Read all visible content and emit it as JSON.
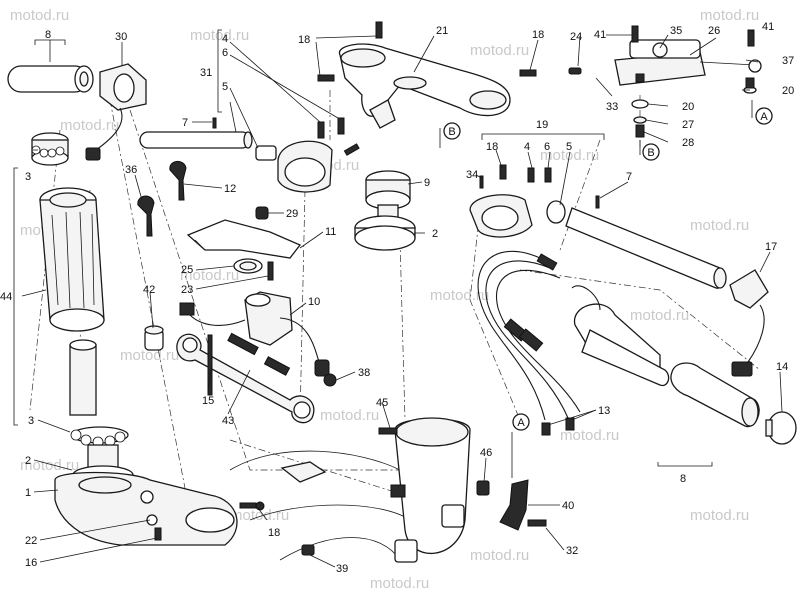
{
  "watermark": "motod.ru",
  "callouts": {
    "c1": "1",
    "c2a": "2",
    "c2b": "2",
    "c3a": "3",
    "c3b": "3",
    "c4a": "4",
    "c4b": "4",
    "c5a": "5",
    "c5b": "5",
    "c6a": "6",
    "c6b": "6",
    "c7a": "7",
    "c7b": "7",
    "c8a": "8",
    "c8b": "8",
    "c9": "9",
    "c10": "10",
    "c11": "11",
    "c12": "12",
    "c13": "13",
    "c14": "14",
    "c15": "15",
    "c16": "16",
    "c17": "17",
    "c18a": "18",
    "c18b": "18",
    "c18c": "18",
    "c18d": "18",
    "c19": "19",
    "c20a": "20",
    "c20b": "20",
    "c21": "21",
    "c22": "22",
    "c23": "23",
    "c24": "24",
    "c25": "25",
    "c26": "26",
    "c27": "27",
    "c28": "28",
    "c29": "29",
    "c30": "30",
    "c31": "31",
    "c32": "32",
    "c33": "33",
    "c34": "34",
    "c35": "35",
    "c36": "36",
    "c37": "37",
    "c38": "38",
    "c39": "39",
    "c40": "40",
    "c41a": "41",
    "c41b": "41",
    "c42": "42",
    "c43": "43",
    "c44": "44",
    "c45": "45",
    "c46": "46"
  },
  "markers": {
    "b1": "B",
    "b2": "B",
    "a1": "A",
    "a2": "A"
  }
}
